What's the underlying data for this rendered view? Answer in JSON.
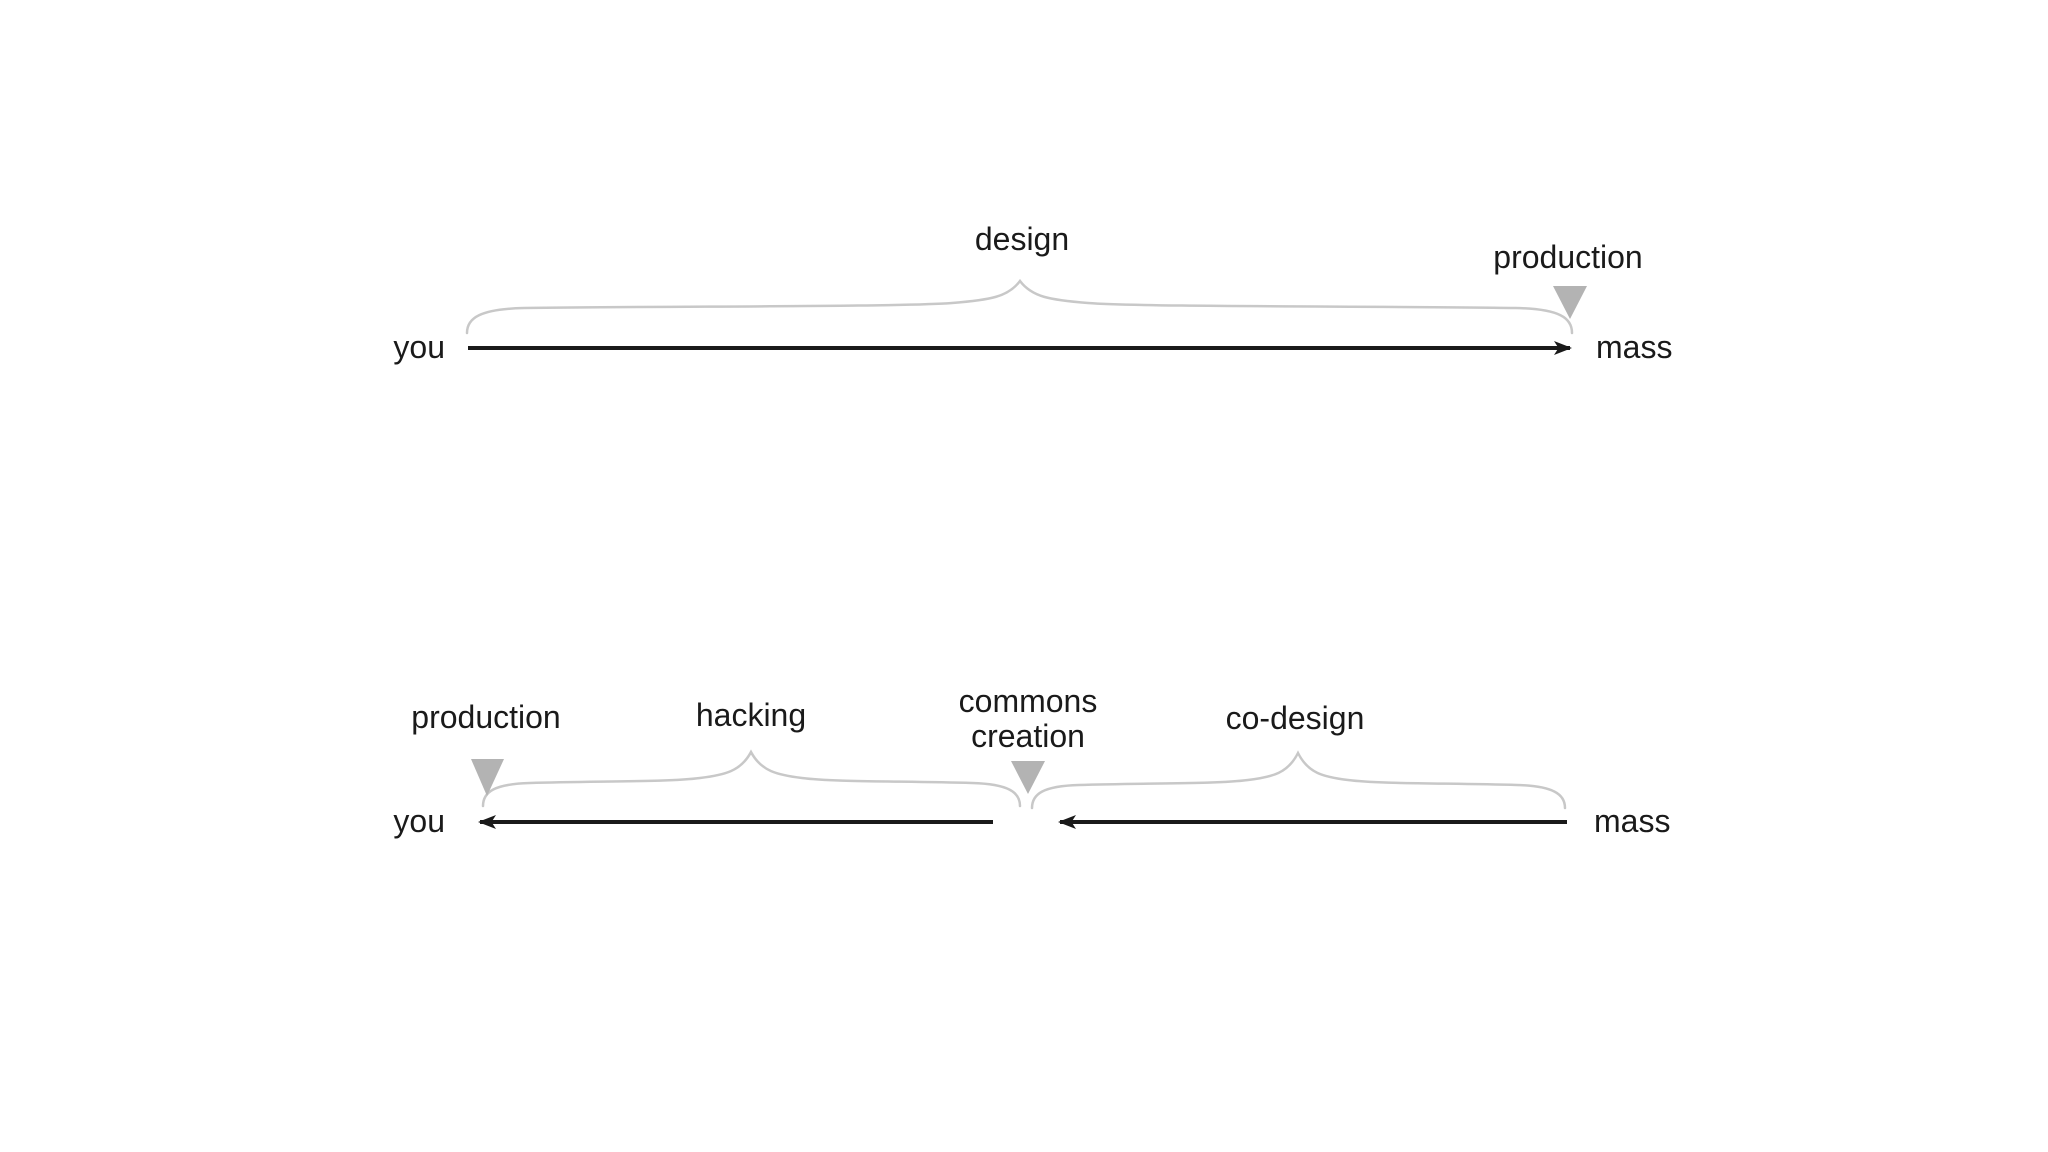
{
  "colors": {
    "background": "#ffffff",
    "text": "#1a1a1a",
    "arrow": "#1a1a1a",
    "brace": "#c8c8c8",
    "marker_triangle": "#b3b3b3"
  },
  "top_diagram": {
    "left_endpoint": "you",
    "right_endpoint": "mass",
    "arrow_direction": "left-to-right",
    "span_label": "design",
    "end_marker_label": "production"
  },
  "bottom_diagram": {
    "left_endpoint": "you",
    "right_endpoint": "mass",
    "arrow_direction": "right-to-left",
    "left_end_marker_label": "production",
    "left_span_label": "hacking",
    "center_marker_label_lines": [
      "commons",
      "creation"
    ],
    "right_span_label": "co-design"
  }
}
